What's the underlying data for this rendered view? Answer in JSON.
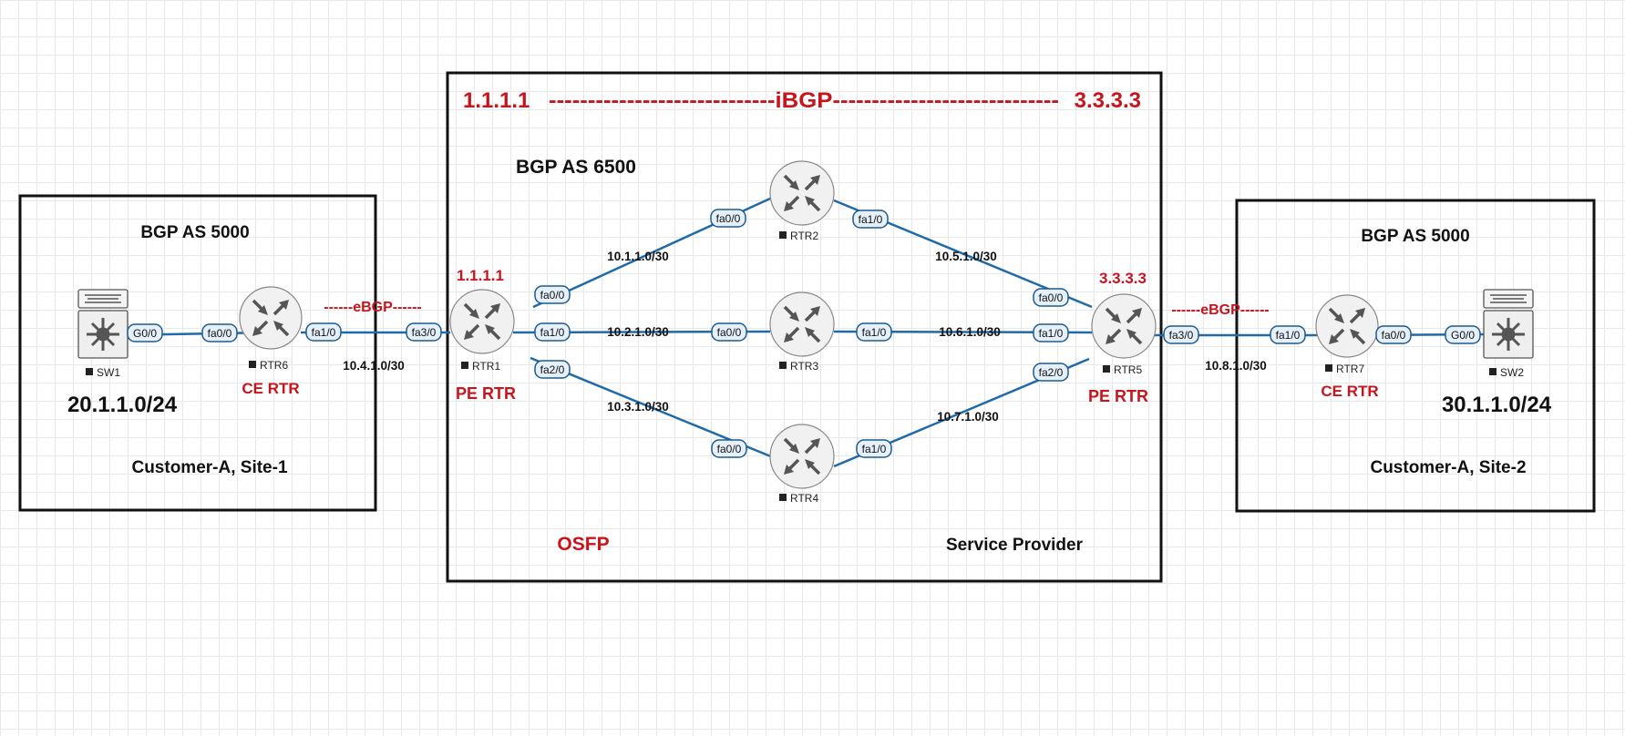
{
  "zones": {
    "left": {
      "as_label": "BGP AS 5000",
      "network": "20.1.1.0/24",
      "site": "Customer-A, Site-1"
    },
    "center": {
      "as_label": "BGP AS 6500",
      "igp": "OSFP",
      "name": "Service Provider"
    },
    "right": {
      "as_label": "BGP AS 5000",
      "network": "30.1.1.0/24",
      "site": "Customer-A, Site-2"
    }
  },
  "ibgp": {
    "left_id": "1.1.1.1",
    "line": "-----------------------------iBGP-----------------------------",
    "right_id": "3.3.3.3"
  },
  "ebgp_left": "------eBGP------",
  "ebgp_right": "------eBGP------",
  "devices": {
    "sw1": {
      "name": "SW1"
    },
    "rtr6": {
      "name": "RTR6",
      "role": "CE RTR"
    },
    "rtr1": {
      "name": "RTR1",
      "role": "PE RTR",
      "router_id": "1.1.1.1"
    },
    "rtr2": {
      "name": "RTR2"
    },
    "rtr3": {
      "name": "RTR3"
    },
    "rtr4": {
      "name": "RTR4"
    },
    "rtr5": {
      "name": "RTR5",
      "role": "PE RTR",
      "router_id": "3.3.3.3"
    },
    "rtr7": {
      "name": "RTR7",
      "role": "CE RTR"
    },
    "sw2": {
      "name": "SW2"
    }
  },
  "interfaces": {
    "sw1_g00": "G0/0",
    "rtr6_fa00": "fa0/0",
    "rtr6_fa10": "fa1/0",
    "rtr1_fa30": "fa3/0",
    "rtr1_fa00": "fa0/0",
    "rtr1_fa10": "fa1/0",
    "rtr1_fa20": "fa2/0",
    "rtr2_fa00": "fa0/0",
    "rtr2_fa10": "fa1/0",
    "rtr3_fa00": "fa0/0",
    "rtr3_fa10": "fa1/0",
    "rtr4_fa00": "fa0/0",
    "rtr4_fa10": "fa1/0",
    "rtr5_fa00": "fa0/0",
    "rtr5_fa10": "fa1/0",
    "rtr5_fa20": "fa2/0",
    "rtr5_fa30": "fa3/0",
    "rtr7_fa10": "fa1/0",
    "rtr7_fa00": "fa0/0",
    "sw2_g00": "G0/0"
  },
  "subnets": {
    "rtr6_rtr1": "10.4.1.0/30",
    "rtr1_rtr2": "10.1.1.0/30",
    "rtr1_rtr3": "10.2.1.0/30",
    "rtr1_rtr4": "10.3.1.0/30",
    "rtr2_rtr5": "10.5.1.0/30",
    "rtr3_rtr5": "10.6.1.0/30",
    "rtr4_rtr5": "10.7.1.0/30",
    "rtr5_rtr7": "10.8.1.0/30"
  },
  "colors": {
    "link": "#1f6aa8",
    "red_label": "#c8141c",
    "border": "#111111"
  }
}
